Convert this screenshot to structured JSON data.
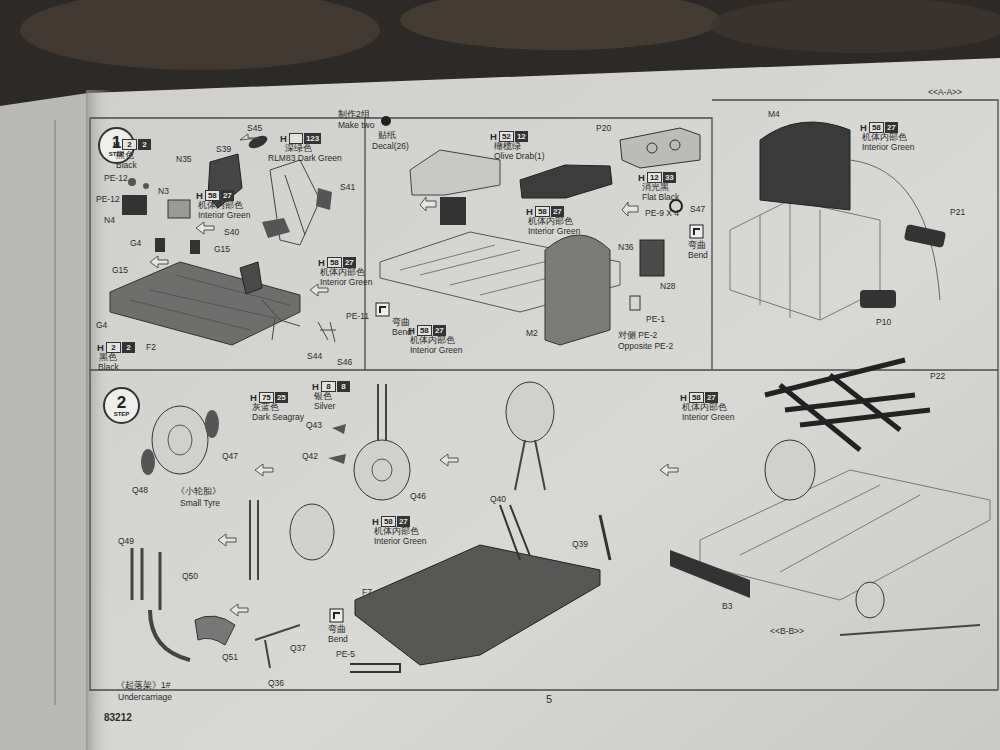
{
  "diagram": {
    "nodes": [
      {
        "text": [
          "1",
          "STEP"
        ]
      },
      {
        "text": [
          "2",
          "STEP"
        ]
      }
    ],
    "labels": [
      "H",
      "2",
      "2",
      "黑色",
      "Black",
      "S45",
      "H",
      "123",
      "深绿色",
      "RLM83 Dark Green",
      "制作2组",
      "Make two",
      "S39",
      "N35",
      "PE-12",
      "N3",
      "PE-12",
      "H",
      "58",
      "27",
      "机体内部色",
      "Interior Green",
      "N4",
      "S41",
      "S40",
      "G4",
      "G15",
      "G15",
      "H",
      "58",
      "27",
      "机体内部色",
      "Interior Green",
      "PE-11",
      "弯曲",
      "Bend",
      "S44",
      "S46",
      "G4",
      "F2",
      "H",
      "2",
      "2",
      "黑色",
      "Black",
      "贴纸",
      "Decal(26)",
      "H",
      "52",
      "12",
      "橄榄绿",
      "Olive Drab(1)",
      "P20",
      "S47",
      "H",
      "12",
      "33",
      "消光黑",
      "Flat Black",
      "PE-9 X 4",
      "H",
      "58",
      "27",
      "机体内部色",
      "Interior Green",
      "N36",
      "弯曲",
      "Bend",
      "N28",
      "M2",
      "H",
      "58",
      "27",
      "机体内部色",
      "Interior Green",
      "PE-1",
      "对侧 PE-2",
      "Opposite PE-2",
      "<<A-A>>",
      "M4",
      "H",
      "58",
      "27",
      "机体内部色",
      "Interior Green",
      "P21",
      "P10",
      "H",
      "75",
      "25",
      "灰蓝色",
      "Dark Seagray",
      "H",
      "8",
      "8",
      "银色",
      "Silver",
      "Q43",
      "Q42",
      "Q47",
      "Q46",
      "Q48",
      "《小轮胎》",
      "Small Tyre",
      "Q40",
      "Q39",
      "H",
      "58",
      "27",
      "机体内部色",
      "Interior Green",
      "Q49",
      "Q50",
      "Q51",
      "F7",
      "Q37",
      "Q36",
      "弯曲",
      "Bend",
      "PE-5",
      "《起落架》1#",
      "Undercarriage",
      "H",
      "58",
      "27",
      "机体内部色",
      "Interior Green",
      "P22",
      "B3",
      "<<B-B>>",
      "5",
      "83212"
    ]
  }
}
